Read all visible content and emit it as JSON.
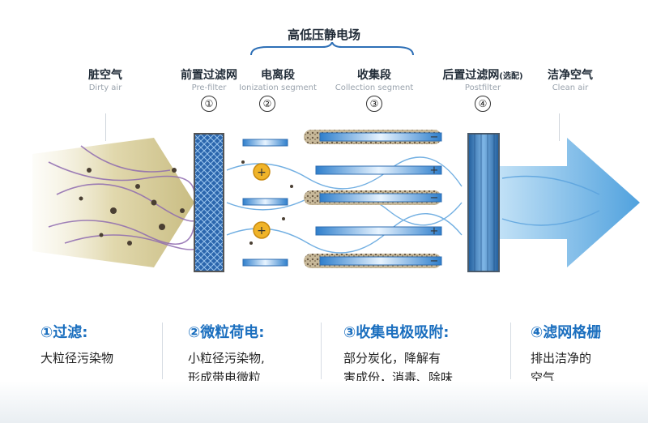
{
  "field_title": "高低压静电场",
  "stages": [
    {
      "cn": "脏空气",
      "en": "Dirty air",
      "num": ""
    },
    {
      "cn": "前置过滤网",
      "en": "Pre-filter",
      "num": "①"
    },
    {
      "cn": "电离段",
      "en": "Ionization segment",
      "num": "②"
    },
    {
      "cn": "收集段",
      "en": "Collection segment",
      "num": "③"
    },
    {
      "cn": "后置过滤网",
      "cn_small": "(选配)",
      "en": "Postfilter",
      "num": "④"
    },
    {
      "cn": "洁净空气",
      "en": "Clean air",
      "num": ""
    }
  ],
  "plates": {
    "minus": "−",
    "plus": "+"
  },
  "ion": "+",
  "steps": [
    {
      "title": "①过滤:",
      "desc": [
        "大粒径污染物"
      ]
    },
    {
      "title": "②微粒荷电:",
      "desc": [
        "小粒径污染物,",
        "形成带电微粒"
      ]
    },
    {
      "title": "③收集电极吸附:",
      "desc": [
        "部分炭化，降解有",
        "害成份，消毒、除味"
      ]
    },
    {
      "title": "④滤网格栅",
      "desc": [
        "排出洁净的",
        "空气"
      ]
    }
  ],
  "colors": {
    "accent": "#1b6fbf",
    "filter": "#2d6fb6",
    "clean": "#4aa3e0",
    "dirty": "#d7cd9a",
    "fiber": "#8f6bb0"
  }
}
